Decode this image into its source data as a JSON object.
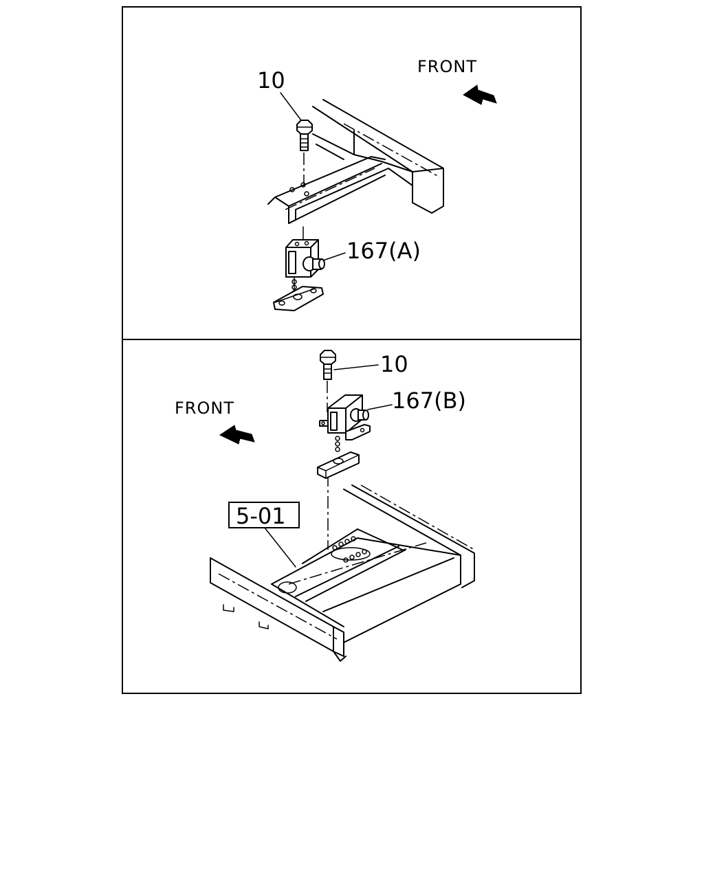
{
  "top_view": {
    "bolt_label": "10",
    "part_label": "167(A)",
    "front_label": "FRONT"
  },
  "bottom_view": {
    "bolt_label": "10",
    "part_label": "167(B)",
    "front_label": "FRONT",
    "reference_label": "5-01"
  },
  "colors": {
    "line": "#000000",
    "background": "#ffffff"
  }
}
